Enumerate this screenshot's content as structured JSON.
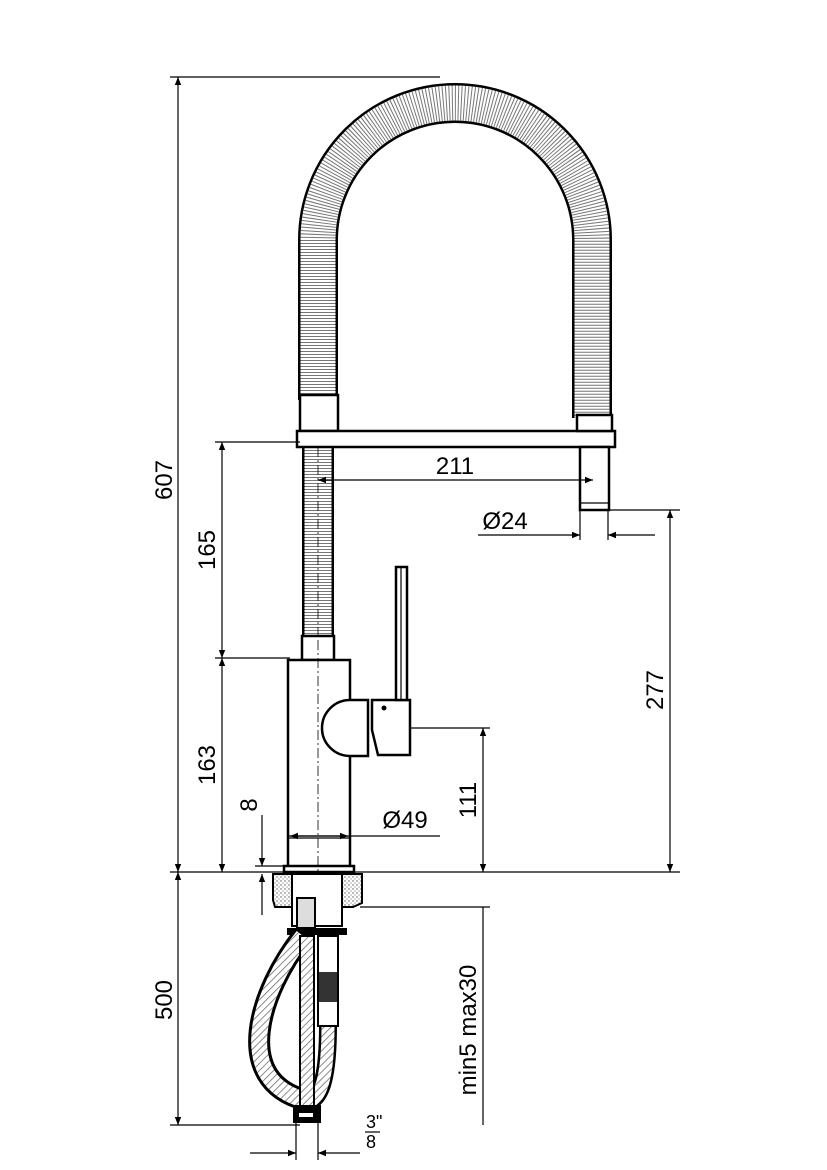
{
  "title": "Kitchen faucet with pull-down spray – dimension drawing",
  "dimensions": {
    "total_height": "607",
    "spout_reach": "211",
    "spray_diameter": "Ø24",
    "spout_height": "277",
    "upper_section": "165",
    "body_height": "163",
    "lever_height": "111",
    "body_diameter": "Ø49",
    "base_height": "8",
    "hose_length": "500",
    "counter_thickness": "min5 max30",
    "connection_numerator": "3\"",
    "connection_denominator": "8"
  },
  "colors": {
    "line": "#000000",
    "background": "#ffffff",
    "hatch": "#666666"
  }
}
